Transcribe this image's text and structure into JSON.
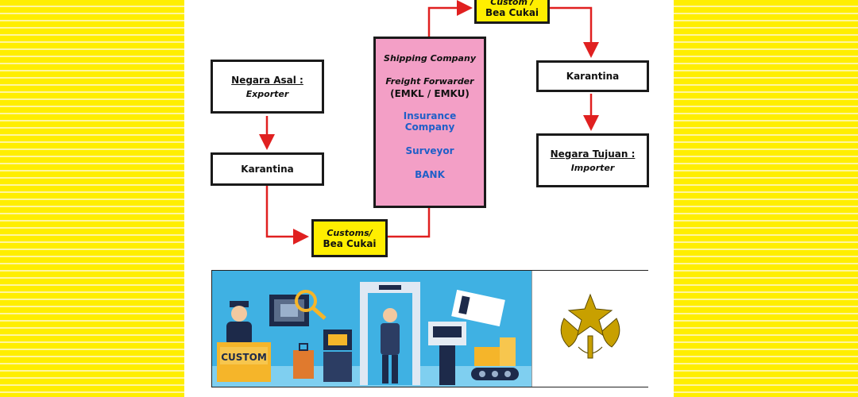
{
  "flow": {
    "origin": {
      "title": "Negara Asal :",
      "subtitle": "Exporter"
    },
    "karantina_left": "Karantina",
    "customs_left": {
      "line1": "Customs/",
      "line2": "Bea Cukai"
    },
    "middle": {
      "shipping": "Shipping Company",
      "freight1": "Freight Forwarder",
      "freight2": "(EMKL / EMKU)",
      "insurance1": "Insurance",
      "insurance2": "Company",
      "surveyor": "Surveyor",
      "bank": "BANK"
    },
    "customs_top": {
      "line1": "Custom /",
      "line2": "Bea Cukai"
    },
    "karantina_right": "Karantina",
    "destination": {
      "title": "Negara Tujuan :",
      "subtitle": "Importer"
    }
  },
  "illustration": {
    "counter_label": "CUSTOM"
  },
  "colors": {
    "stripe": "#ffee00",
    "arrow": "#e02020",
    "pink": "#f39fc6",
    "blue_text": "#1f5fc8",
    "illus_bg": "#3fb1e3"
  }
}
